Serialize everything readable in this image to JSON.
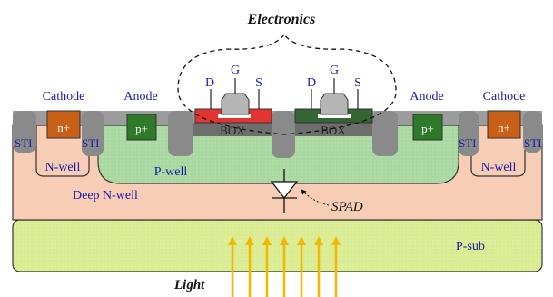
{
  "labels": {
    "electronics": "Electronics",
    "cathode": "Cathode",
    "anode": "Anode",
    "n_plus": "n+",
    "p_plus": "p+",
    "sti": "STI",
    "n_well": "N-well",
    "p_well": "P-well",
    "deep_n_well": "Deep N-well",
    "box": "BOX",
    "drain": "D",
    "gate": "G",
    "source": "S",
    "spad": "SPAD",
    "p_sub": "P-sub",
    "light": "Light"
  },
  "colors": {
    "p_sub_fill": "#d9ec92",
    "deep_n_well_fill": "#f7cdb5",
    "p_well_fill": "#a9d8a0",
    "n_well_fill": "#f7cdb5",
    "n_plus_fill": "#c86018",
    "p_plus_fill": "#2f7a2a",
    "sti_fill": "#8a8a8a",
    "surface_fill": "#9c9c9c",
    "box_fill": "#6e6e6e",
    "nmos_fill": "#e3342f",
    "pmos_fill": "#336633",
    "gate_fill": "#b5b5b5",
    "light_arrow": "#f5b800",
    "label_blue": "#1a1aa8"
  }
}
